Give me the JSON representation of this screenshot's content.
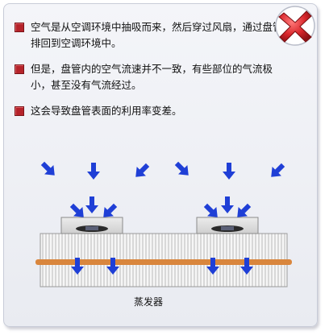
{
  "bullets": [
    "空气是从空调环境中抽吸而来，然后穿过风扇，通过盘管排回到空调环境中。",
    "但是，盘管内的空气流速并不一致，有些部位的气流极小，甚至没有气流经过。",
    "这会导致盘管表面的利用率变差。"
  ],
  "diagram": {
    "caption": "蒸发器"
  },
  "colors": {
    "bullet_mark": "#b5232a",
    "arrow": "#1f3fd6",
    "pipe": "#d9863d",
    "x_mark": "#d8262b"
  },
  "icons": {
    "status": "x-mark-icon",
    "airflow": "arrow-icon"
  }
}
